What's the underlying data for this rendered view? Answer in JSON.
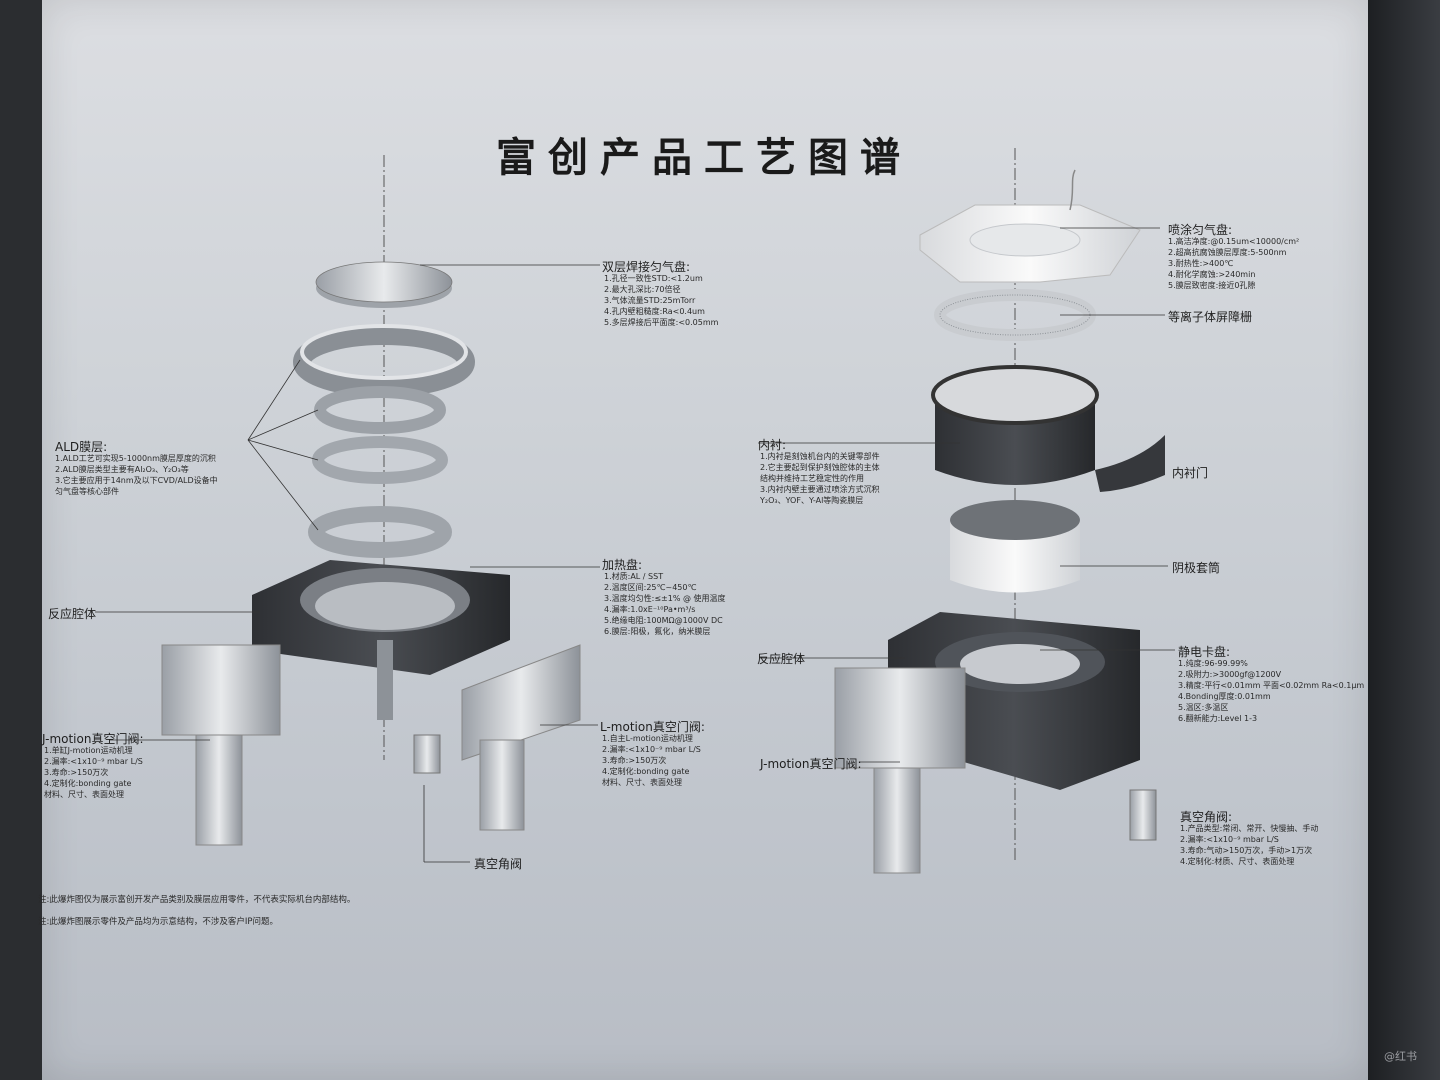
{
  "title": "富创产品工艺图谱",
  "left": {
    "gas_plate": {
      "head": "双层焊接匀气盘:",
      "items": [
        "1.孔径一致性STD:<1.2um",
        "2.最大孔深比:70倍径",
        "3.气体流量STD:25mTorr",
        "4.孔内壁粗糙度:Ra<0.4um",
        "5.多层焊接后平面度:<0.05mm"
      ]
    },
    "ald": {
      "head": "ALD膜层:",
      "items": [
        "1.ALD工艺可实现5-1000nm膜层厚度的沉积",
        "2.ALD膜层类型主要有Al₂O₃、Y₂O₃等",
        "3.它主要应用于14nm及以下CVD/ALD设备中",
        "   匀气盘等核心部件"
      ]
    },
    "heater": {
      "head": "加热盘:",
      "items": [
        "1.材质:AL / SST",
        "2.温度区间:25℃~450℃",
        "3.温度均匀性:≤±1% @ 使用温度",
        "4.漏率:1.0xE⁻¹⁰Pa•m³/s",
        "5.绝缘电阻:100MΩ@1000V DC",
        "6.膜层:阳极，氟化，纳米膜层"
      ]
    },
    "chamber": {
      "head": "反应腔体"
    },
    "jmotion": {
      "head": "J-motion真空门阀:",
      "items": [
        "1.单缸J-motion运动机理",
        "2.漏率:<1x10⁻⁹ mbar L/S",
        "3.寿命:>150万次",
        "4.定制化:bonding gate",
        "  材料、尺寸、表面处理"
      ]
    },
    "lmotion": {
      "head": "L-motion真空门阀:",
      "items": [
        "1.自主L-motion运动机理",
        "2.漏率:<1x10⁻⁹ mbar L/S",
        "3.寿命:>150万次",
        "4.定制化:bonding gate",
        "  材料、尺寸、表面处理"
      ]
    },
    "angle_valve": {
      "head": "真空角阀"
    }
  },
  "right": {
    "spray": {
      "head": "喷涂匀气盘:",
      "items": [
        "1.高洁净度:@0.15um<10000/cm²",
        "2.超高抗腐蚀膜层厚度:5-500nm",
        "3.耐热性:>400℃",
        "4.耐化学腐蚀:>240min",
        "5.膜层致密度:接近0孔隙"
      ]
    },
    "plasma": {
      "head": "等离子体屏障栅"
    },
    "liner": {
      "head": "内衬:",
      "items": [
        "1.内衬是刻蚀机台内的关键零部件",
        "2.它主要起到保护刻蚀腔体的主体",
        "  结构并维持工艺稳定性的作用",
        "3.内衬内壁主要通过喷涂方式沉积",
        "  Y₂O₃、YOF、Y-Al等陶瓷膜层"
      ]
    },
    "liner_door": {
      "head": "内衬门"
    },
    "cathode": {
      "head": "阴极套筒"
    },
    "chamber": {
      "head": "反应腔体"
    },
    "esc": {
      "head": "静电卡盘:",
      "items": [
        "1.纯度:96-99.99%",
        "2.吸附力:>3000gf@1200V",
        "3.精度:平行<0.01mm 平面<0.02mm Ra<0.1μm",
        "4.Bonding厚度:0.01mm",
        "5.温区:多温区",
        "6.翻新能力:Level 1-3"
      ]
    },
    "jmotion": {
      "head": "J-motion真空门阀:"
    },
    "angle_valve": {
      "head": "真空角阀:",
      "items": [
        "1.产品类型:常闭、常开、快慢抽、手动",
        "2.漏率:<1x10⁻⁹ mbar L/S",
        "3.寿命:气动>150万次，手动>1万次",
        "4.定制化:材质、尺寸、表面处理"
      ]
    }
  },
  "notes": [
    "注:此爆炸图仅为展示富创开发产品类别及膜层应用零件，不代表实际机台内部结构。",
    "注:此爆炸图展示零件及产品均为示意结构，不涉及客户IP问题。"
  ],
  "watermark": "@红书"
}
